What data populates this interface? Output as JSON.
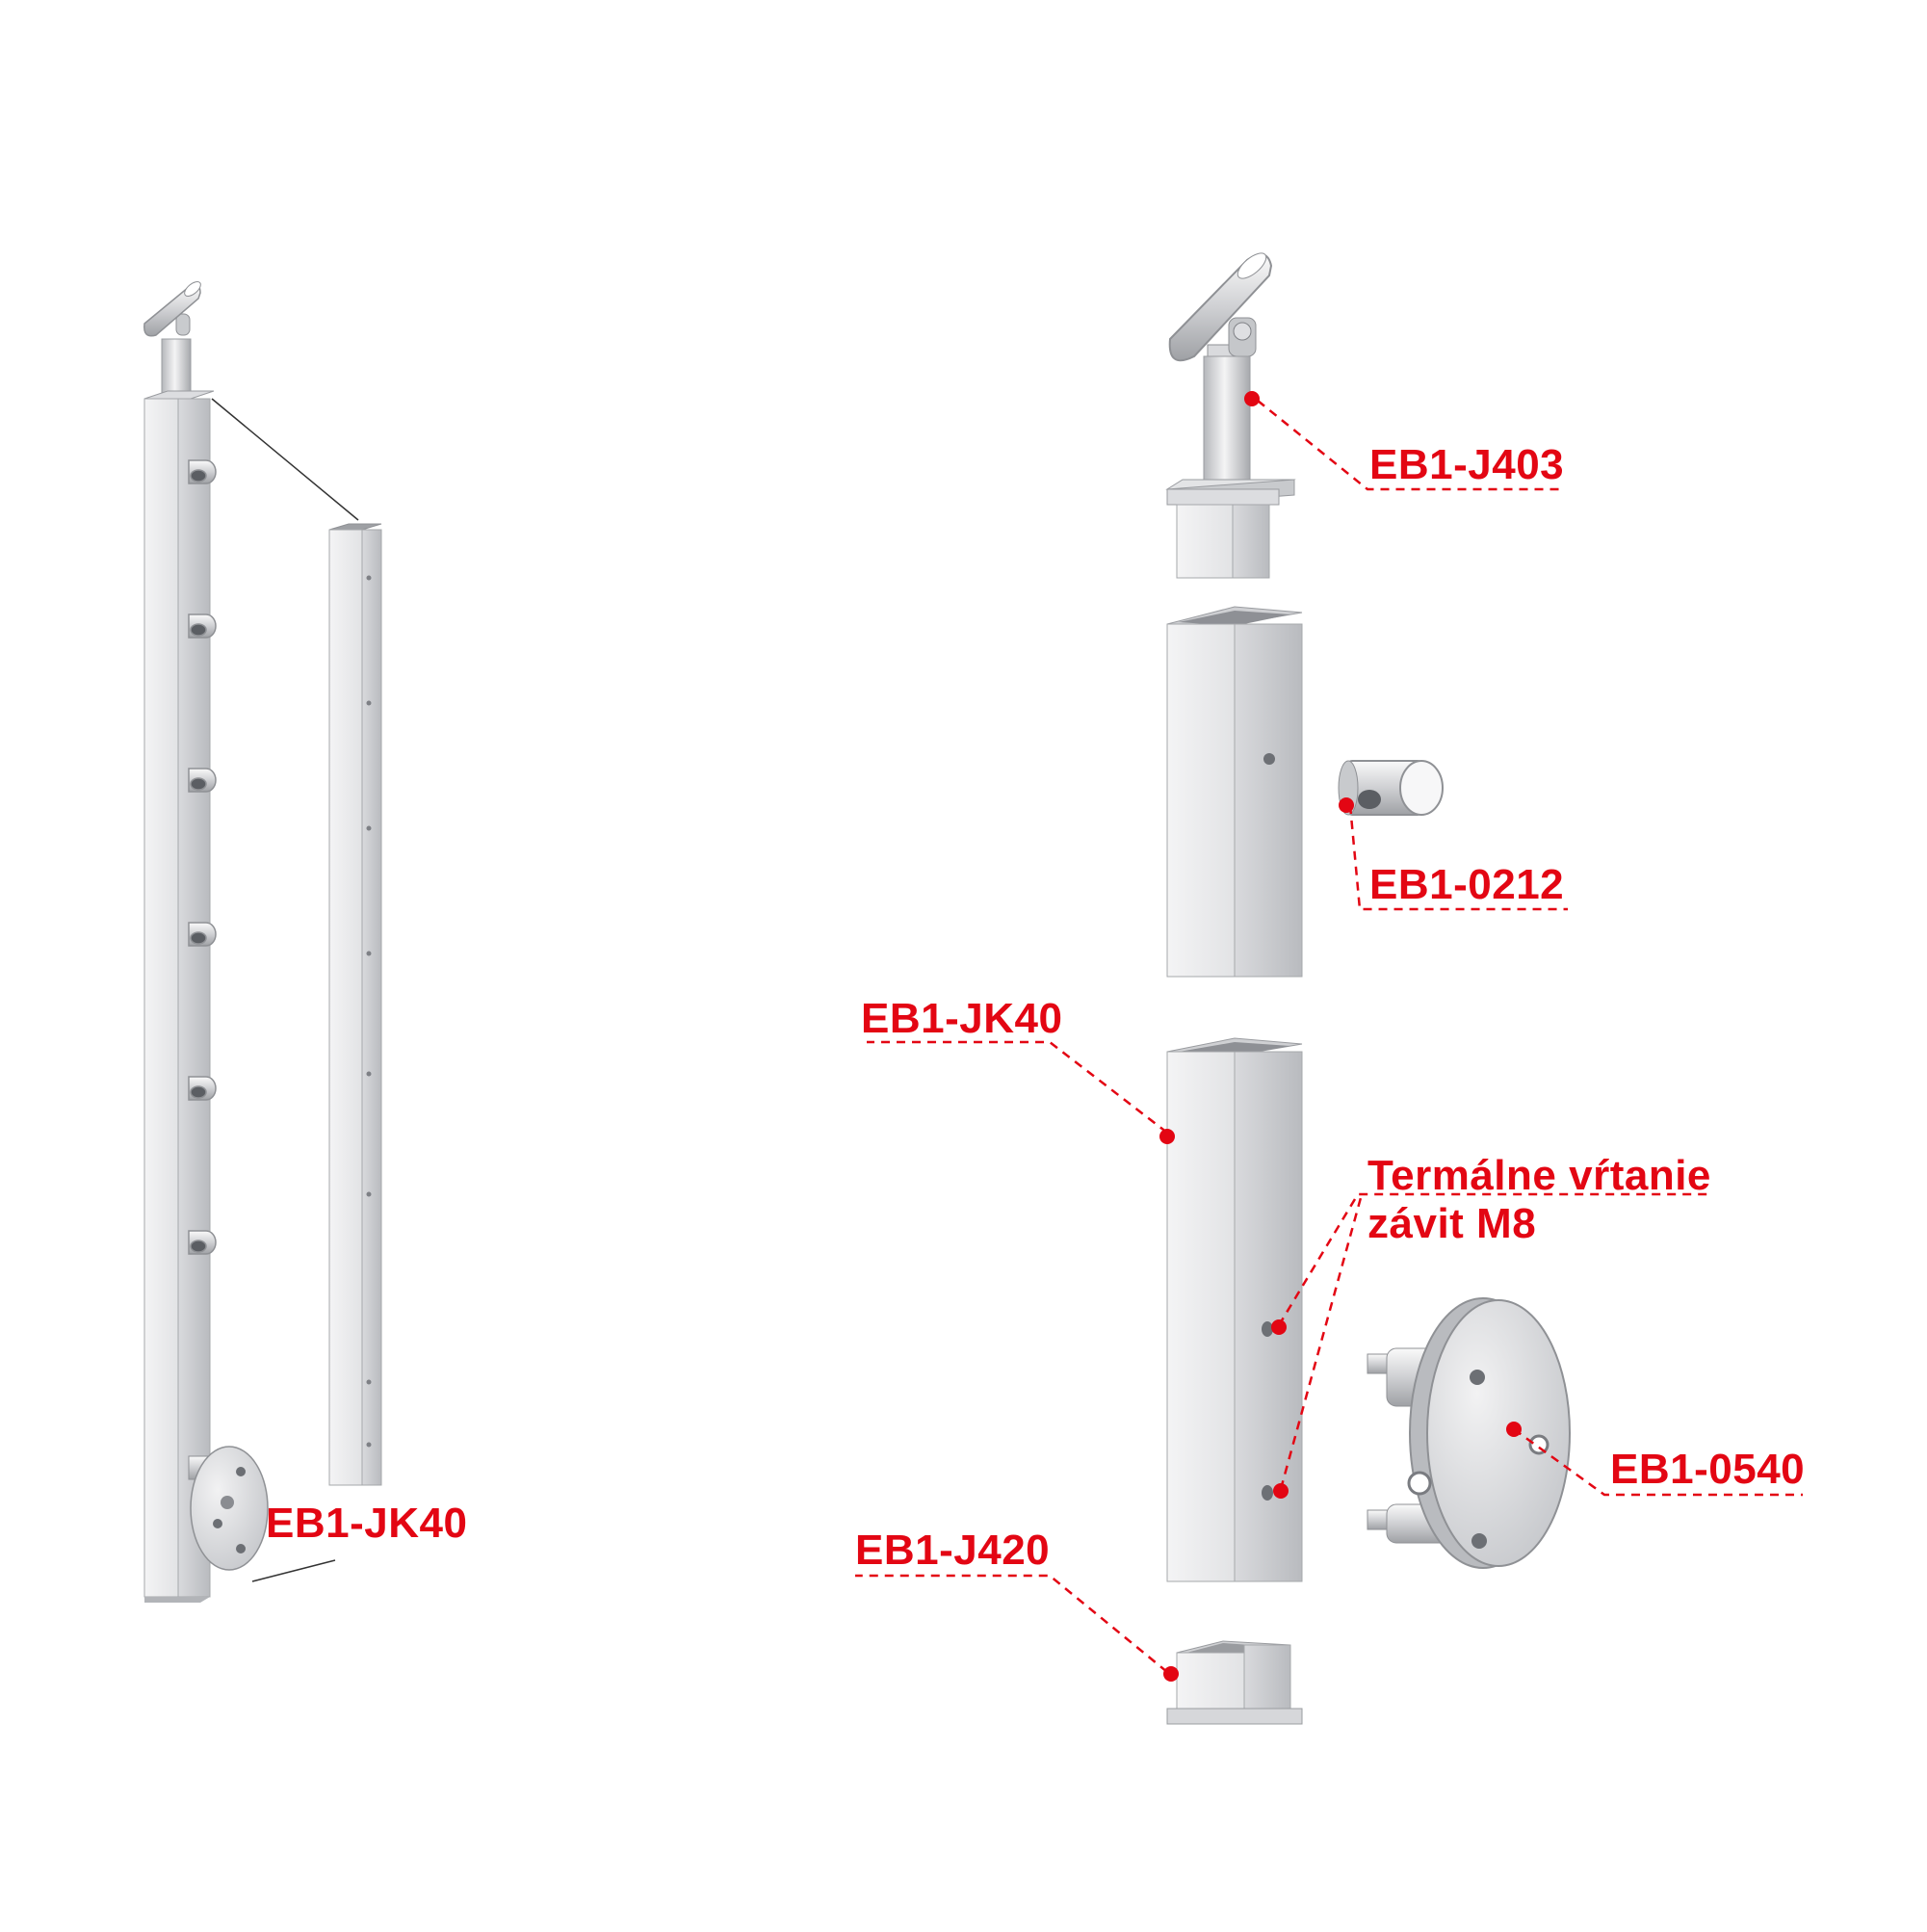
{
  "diagram": {
    "colors": {
      "label": "#e30613",
      "leader": "#e30613",
      "metal_light": "#ececed",
      "metal_mid": "#d2d3d6",
      "metal_dark": "#a6a8ad",
      "metal_edge": "#8c8e93"
    },
    "assembled_view": {
      "label": "EB1-JK40"
    },
    "exploded_view": {
      "parts": [
        {
          "id": "handrail-holder",
          "label": "EB1-J403"
        },
        {
          "id": "cable-holder",
          "label": "EB1-0212"
        },
        {
          "id": "post-profile",
          "label": "EB1-JK40"
        },
        {
          "id": "end-cap",
          "label": "EB1-J420"
        },
        {
          "id": "wall-flange",
          "label": "EB1-0540"
        }
      ],
      "note": "Termálne vŕtanie\nzávit M8"
    }
  }
}
